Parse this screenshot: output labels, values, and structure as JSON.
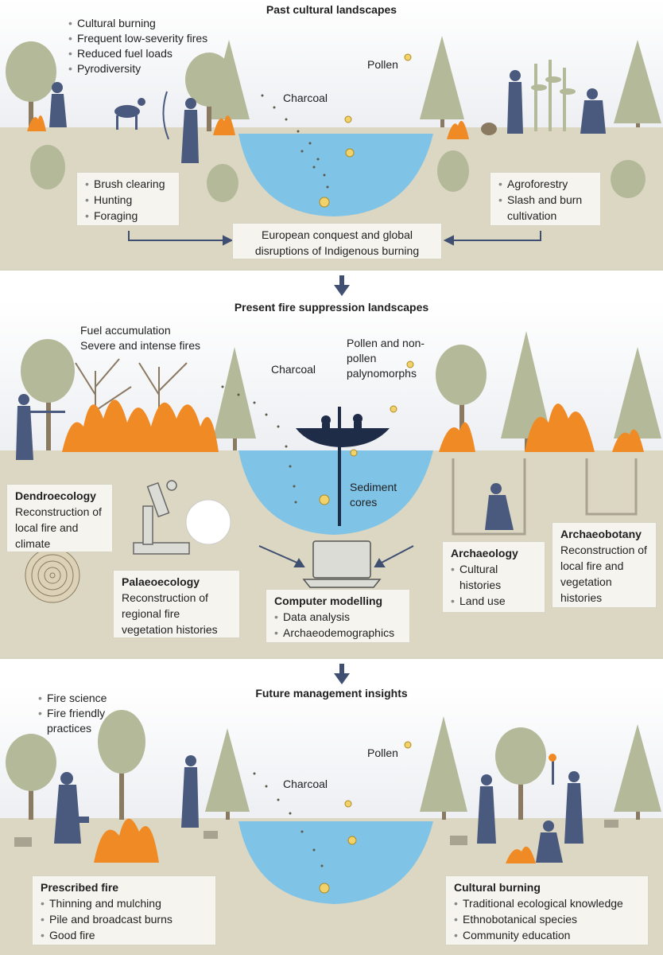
{
  "panels": {
    "past": {
      "title": "Past cultural landscapes",
      "top_list": [
        "Cultural burning",
        "Frequent low-severity fires",
        "Reduced fuel loads",
        "Pyrodiversity"
      ],
      "pollen": "Pollen",
      "charcoal": "Charcoal",
      "left_box": [
        "Brush clearing",
        "Hunting",
        "Foraging"
      ],
      "right_box": [
        "Agroforestry",
        "Slash and burn cultivation"
      ],
      "center_box": "European conquest and global disruptions of Indigenous burning"
    },
    "present": {
      "title": "Present fire suppression landscapes",
      "fuel_text": [
        "Fuel accumulation",
        "Severe and intense fires"
      ],
      "charcoal": "Charcoal",
      "pollen": "Pollen and non-pollen palynomorphs",
      "sediment": "Sediment cores",
      "dendro": {
        "title": "Dendroecology",
        "text": "Reconstruction of local fire and climate"
      },
      "palaeo": {
        "title": "Palaeoecology",
        "text": "Reconstruction of regional fire vegetation histories"
      },
      "computer": {
        "title": "Computer modelling",
        "items": [
          "Data analysis",
          "Archaeodemographics"
        ]
      },
      "archaeology": {
        "title": "Archaeology",
        "items": [
          "Cultural histories",
          "Land use"
        ]
      },
      "archaeobotany": {
        "title": "Archaeobotany",
        "text": "Reconstruction of local fire and vegetation histories"
      }
    },
    "future": {
      "title": "Future management insights",
      "top_list": [
        "Fire science",
        "Fire friendly practices"
      ],
      "pollen": "Pollen",
      "charcoal": "Charcoal",
      "prescribed": {
        "title": "Prescribed fire",
        "items": [
          "Thinning and mulching",
          "Pile and broadcast burns",
          "Good fire"
        ]
      },
      "cultural": {
        "title": "Cultural burning",
        "items": [
          "Traditional ecological knowledge",
          "Ethnobotanical species",
          "Community education"
        ]
      }
    }
  },
  "colors": {
    "water": "#7fc3e6",
    "ground": "#dcd7c2",
    "tree": "#b4b99a",
    "trunk": "#8a7a62",
    "person": "#4a5a7e",
    "fire": "#f08a24",
    "arrow": "#3f4f72"
  }
}
